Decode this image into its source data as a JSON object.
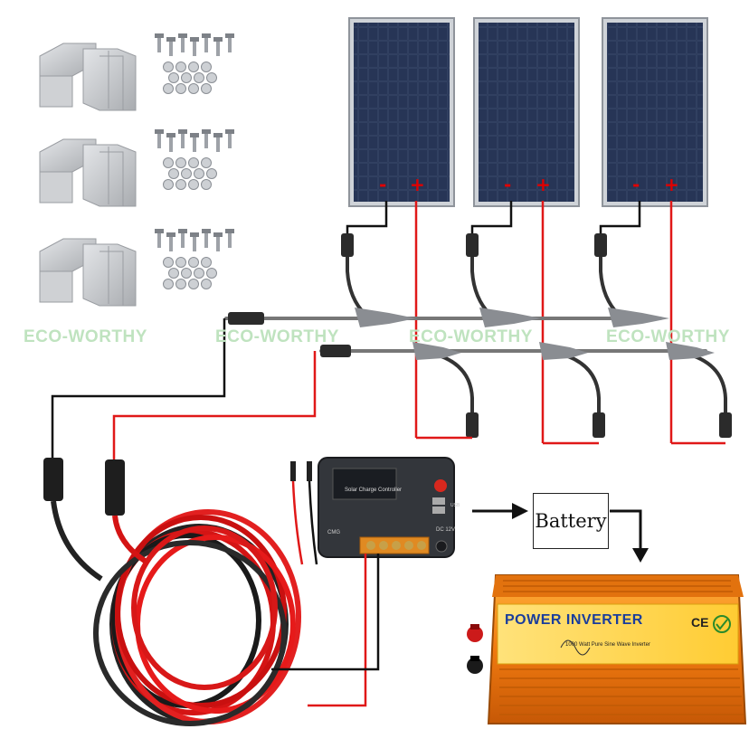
{
  "watermark": {
    "text": "ECO-WORTHY"
  },
  "battery": {
    "label": "Battery"
  },
  "inverter": {
    "title": "POWER INVERTER",
    "subtitle": "1000 Watt Pure Sine Wave Inverter",
    "cert": "CE"
  },
  "controller": {
    "label": "Solar Charge Controller",
    "model": "CMG",
    "dc": "DC 12V",
    "usb": "USB"
  },
  "panels": {
    "negative": "-",
    "positive": "+"
  },
  "colors": {
    "positive_wire": "#e01818",
    "negative_wire": "#111111",
    "panel_cell": "#1c2740",
    "panel_frame": "#c8ccd2",
    "inverter_body": "#f08a1c",
    "controller_body": "#33363b",
    "bracket": "#c7c9cc"
  }
}
